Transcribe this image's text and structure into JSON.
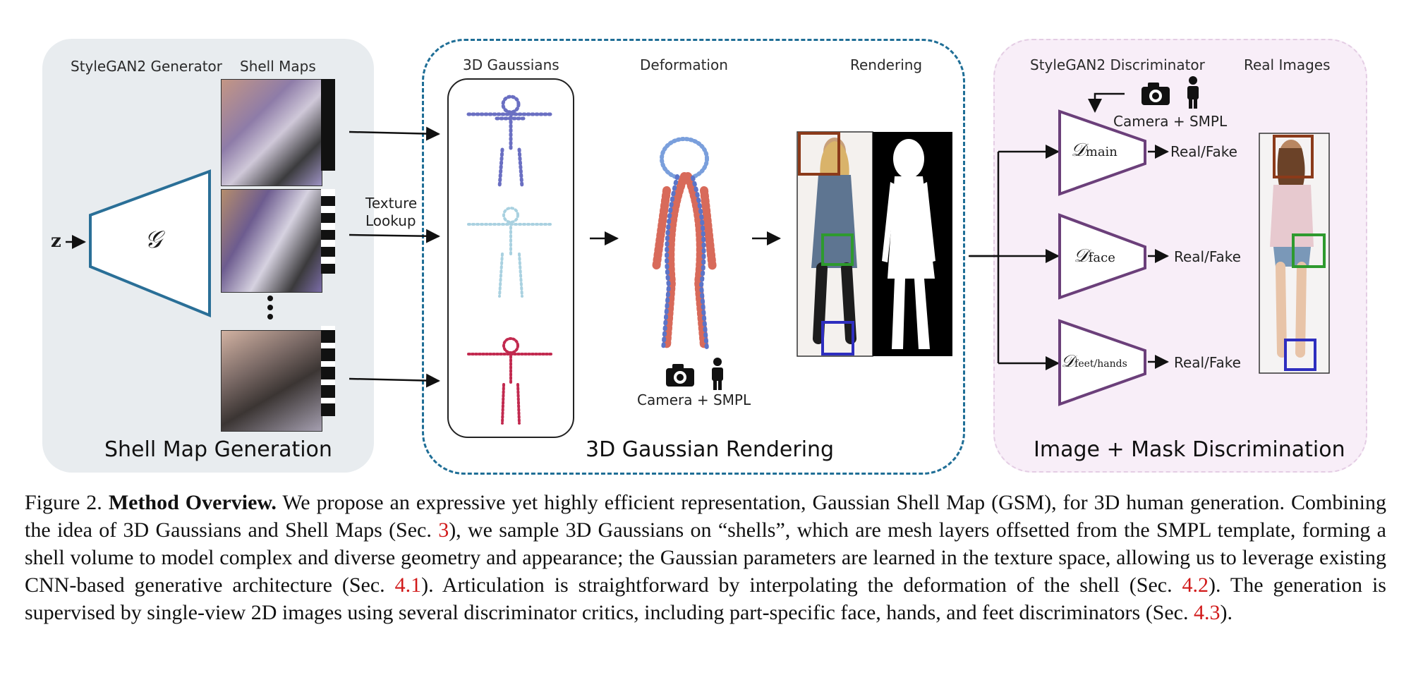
{
  "figure": {
    "panels": {
      "shell_map": {
        "title": "Shell Map Generation",
        "generator_label": "StyleGAN2 Generator",
        "maps_label": "Shell Maps",
        "z_label": "z",
        "g_label": "𝒢",
        "lookup_label_1": "Texture",
        "lookup_label_2": "Lookup"
      },
      "gaussian_rendering": {
        "title": "3D Gaussian Rendering",
        "gaussians_label": "3D Gaussians",
        "deformation_label": "Deformation",
        "rendering_label": "Rendering",
        "camera_label": "Camera + SMPL"
      },
      "discrimination": {
        "title": "Image + Mask Discrimination",
        "discriminator_label": "StyleGAN2 Discriminator",
        "real_images_label": "Real Images",
        "camera_label": "Camera + SMPL",
        "d_main": "main",
        "d_face": "face",
        "d_feet": "feet/hands",
        "d_symbol": "𝒟",
        "output_label": "Real/Fake"
      }
    },
    "colors": {
      "left_bg": "#e8ecef",
      "right_bg": "#f8eef8",
      "trapezoid_blue": "#2a6f97",
      "discriminator_purple": "#6b3f7a",
      "dashed_border": "#1f6e96",
      "face_box": "#8b3a1a",
      "hands_box": "#2e9a2e",
      "feet_box": "#2e2ebf",
      "ref_red": "#d11a1a"
    },
    "caption": {
      "label": "Figure 2.",
      "bold": "Method Overview.",
      "t1": " We propose an expressive yet highly efficient representation, Gaussian Shell Map (GSM), for 3D human generation. Combining the idea of 3D Gaussians and Shell Maps (Sec. ",
      "r1": "3",
      "t2": "), we sample 3D Gaussians on “shells”, which are mesh layers offsetted from the SMPL template, forming a shell volume to model complex and diverse geometry and appearance; the Gaussian parameters are learned in the texture space, allowing us to leverage existing CNN-based generative architecture (Sec. ",
      "r2": "4.1",
      "t3": "). Articulation is straightforward by interpolating the deformation of the shell (Sec. ",
      "r3": "4.2",
      "t4": "). The generation is supervised by single-view 2D images using several discriminator critics, including part-specific face, hands, and feet discriminators (Sec. ",
      "r4": "4.3",
      "t5": ")."
    }
  }
}
